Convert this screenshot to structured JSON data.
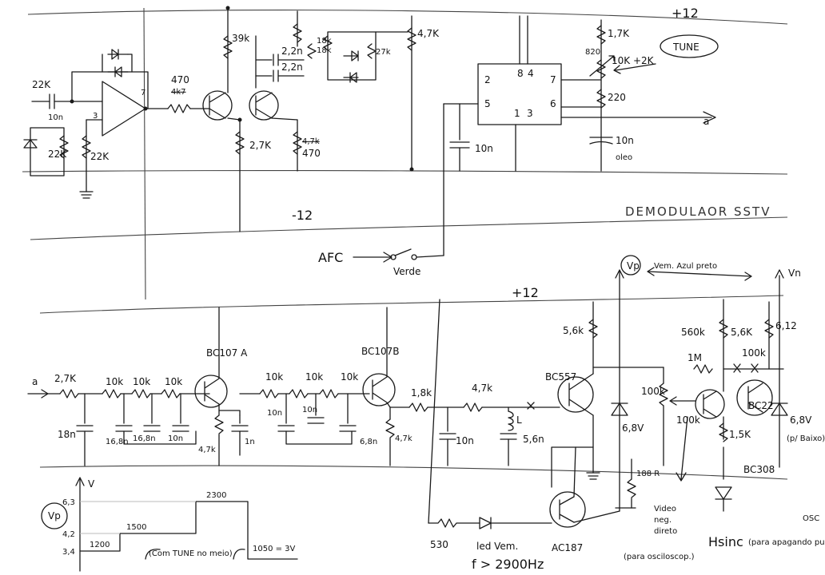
{
  "supply": {
    "pos_top": "+12",
    "neg": "-12",
    "pos_bottom": "+12",
    "vp": "Vp",
    "vn": "Vn"
  },
  "labels": {
    "demod_title": "DEMODULAOR SSTV",
    "tune": "TUNE",
    "tune_pot": "10K +2K",
    "afc": "AFC",
    "afc_switch": "Verde",
    "out_a_top": "a",
    "in_a_bottom": "a",
    "bottom_note": "Vem. Azul preto",
    "opamp_in": "22K",
    "opamp_cap": "10n",
    "opamp_out_r": "470",
    "opamp_out_r_old": "4k7",
    "diode_r1": "22K",
    "diode_r2": "22K",
    "r_39k": "39k",
    "r_2_7k": "2,7K",
    "r_470": "470",
    "r_470_old": "4,7k",
    "cap_2_2n": "2,2n",
    "cap_2_2n_b": "2,2n",
    "r_18k_a": "18k",
    "r_18k_b": "18k",
    "r_27k": "27k",
    "r_4_7k": "4,7K",
    "ic_pin2": "2",
    "ic_pin8": "8",
    "ic_pin4": "4",
    "ic_pin7": "7",
    "ic_pin5": "5",
    "ic_pin1": "1",
    "ic_pin3": "3",
    "ic_pin6": "6",
    "cap_10n_ic": "10n",
    "r_1_7k": "1,7K",
    "r_820": "820",
    "r_220": "220",
    "cap_10n_oleo": "10n",
    "oleo": "oleo",
    "op_pin7": "7",
    "op_pin3": "3",
    "r_bot_2_7k": "2,7K",
    "r_10k_1": "10k",
    "r_10k_2": "10k",
    "r_10k_3": "10k",
    "r_10k_4": "10k",
    "r_10k_5": "10k",
    "r_10k_6": "10k",
    "c_18n": "18n",
    "c_16_8n_a": "16,8n",
    "c_16_8n_b": "16,8n",
    "c_10n_a": "10n",
    "c_1n": "1n",
    "c_10n_b": "10n",
    "c_10n_c": "10n",
    "c_6_8n": "6,8n",
    "r_4_7k_a": "4,7k",
    "r_4_7k_b": "4,7k",
    "q_bc107a": "BC107 A",
    "q_bc107b": "BC107B",
    "r_1_8k": "1,8k",
    "r_4_7k_c": "4,7k",
    "ind_l": "L",
    "c_10n_d": "10n",
    "c_5_6n": "5,6n",
    "q_bc557": "BC557",
    "r_5_6k_a": "5,6k",
    "z_6_8v_a": "6,8V",
    "pot_100k": "100k",
    "r_100k": "100k",
    "r_100k_b": "100k",
    "r_560k": "560k",
    "r_1m": "1M",
    "r_5_6k_b": "5,6K",
    "r_6_12k": "6,12",
    "q_bc308": "BC308",
    "q_bc22": "BC22",
    "r_1_5k": "1,5K",
    "z_6_8v_b": "6,8V",
    "z_note": "(p/ Baixo)",
    "r_188": "188 R",
    "q_ac187": "AC187",
    "r_530": "530",
    "led": "led Vem.",
    "freq": "f > 2900Hz",
    "video": "Video",
    "video_neg": "neg.",
    "video_dir": "direto",
    "video_note": "(para osciloscop.)",
    "hsinc": "Hsinc",
    "hsinc_note": "(para apagando pulsos)",
    "osc_note": "OSC"
  },
  "graph": {
    "y_axis_label": "V",
    "x_axis_label": "Vp",
    "levels": [
      "6,3",
      "4,2",
      "3,4"
    ],
    "steps": [
      "1200",
      "1500",
      "2300"
    ],
    "note": "(Com TUNE no meio)",
    "tail": "1050 = 3V"
  }
}
